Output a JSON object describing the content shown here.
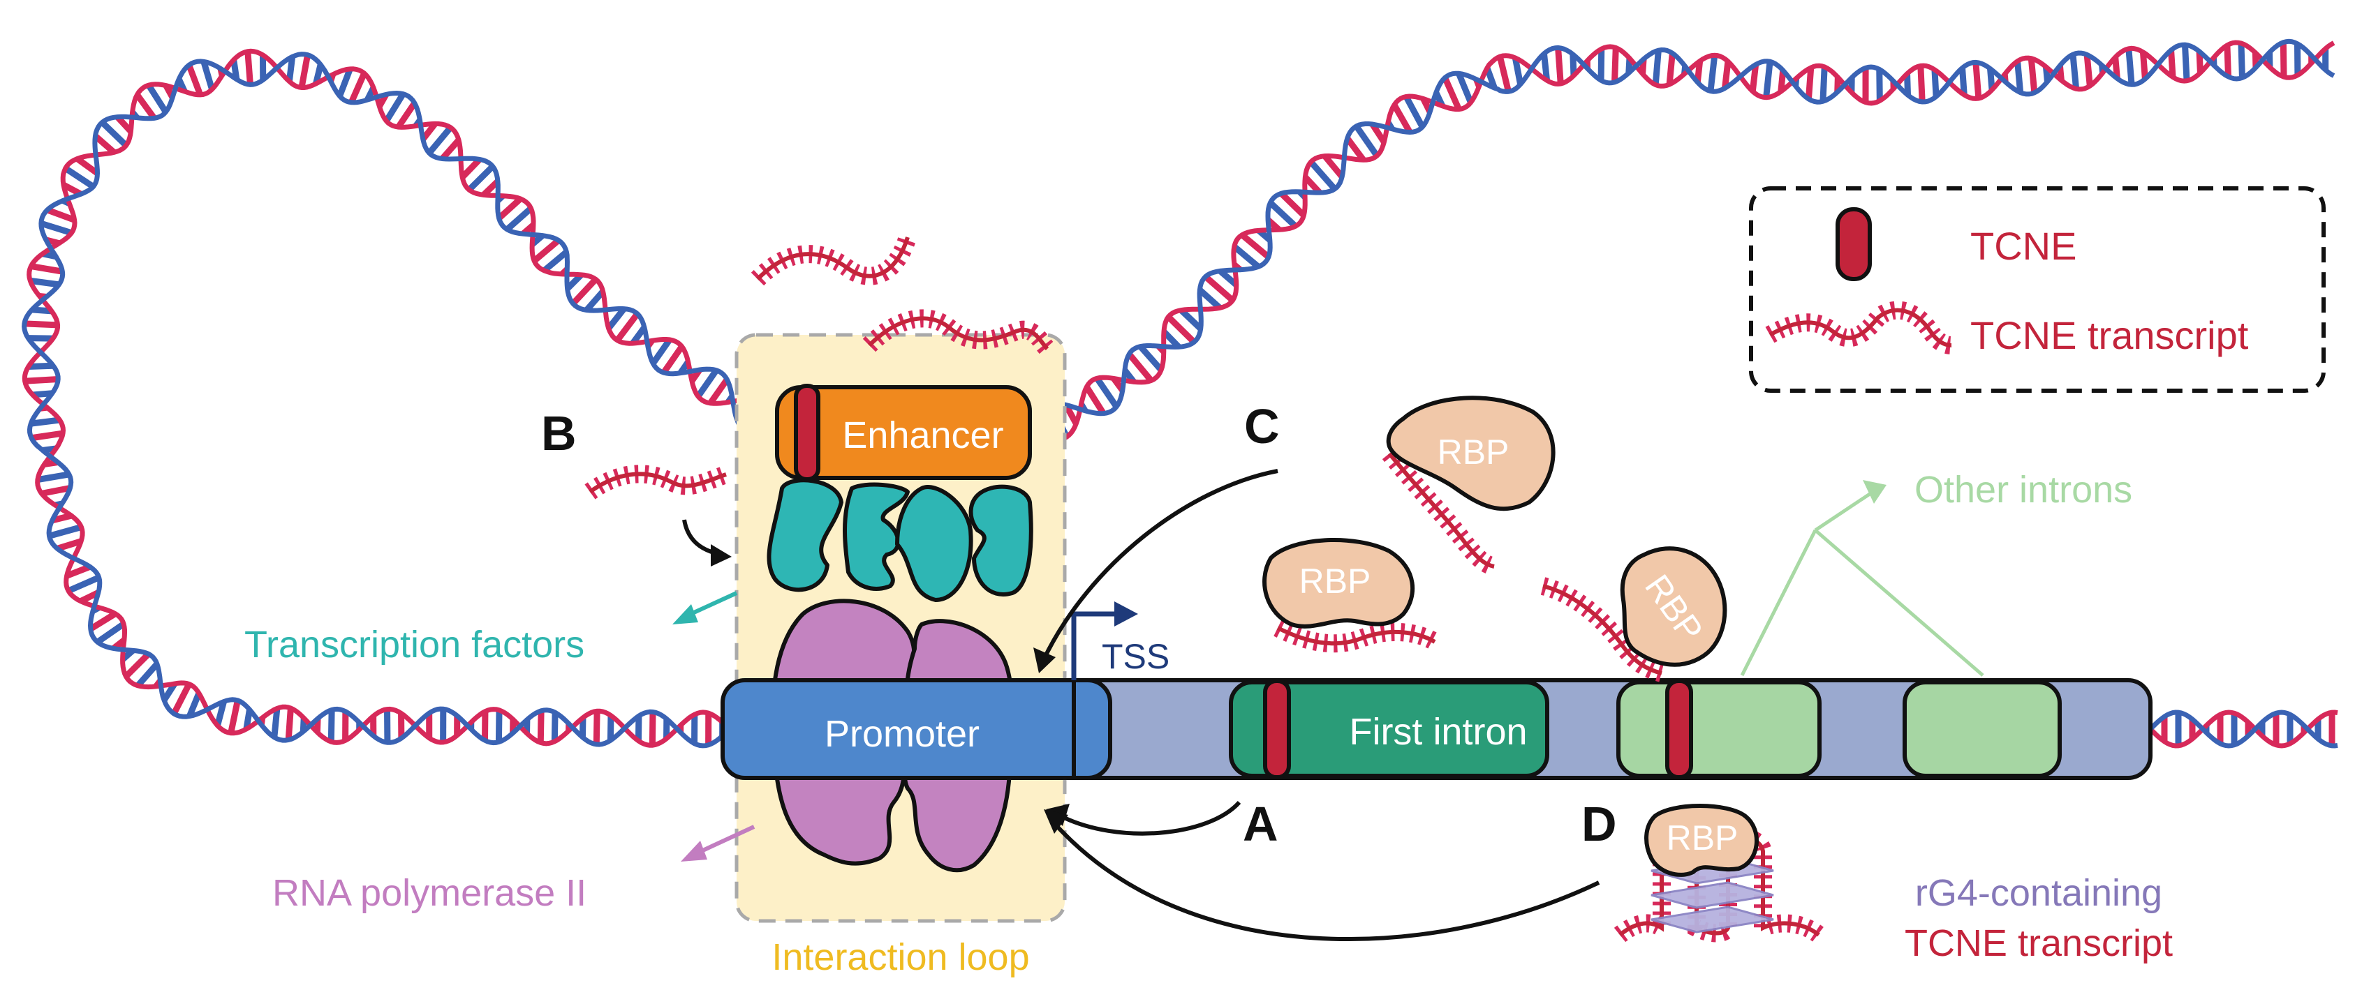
{
  "labels": {
    "enhancer": "Enhancer",
    "promoter": "Promoter",
    "first_intron": "First intron",
    "tss": "TSS",
    "transcription_factors": "Transcription factors",
    "rna_polymerase": "RNA polymerase II",
    "interaction_loop": "Interaction loop",
    "other_introns": "Other introns",
    "rg4_line1": "rG4-containing",
    "rg4_line2": "TCNE transcript",
    "rbp": "RBP"
  },
  "mechanisms": {
    "a": "A",
    "b": "B",
    "c": "C",
    "d": "D"
  },
  "legend": {
    "tcne": "TCNE",
    "tcne_transcript": "TCNE transcript"
  },
  "colors": {
    "dna_blue": "#3a63b4",
    "dna_red": "#d7295a",
    "enhancer": "#f0891e",
    "tcne": "#c3243b",
    "tf": "#2eb6b4",
    "polymerase": "#c383c0",
    "promoter": "#4e87cc",
    "gene_body": "#9aa9cf",
    "first_intron": "#2a9c78",
    "other_intron": "#a6d6a3",
    "rbp": "#f1c8a9",
    "loop_fill": "#fdf0c8",
    "tf_label": "#2fb5ae",
    "pol_label": "#c27dc0",
    "loop_label": "#efbb21",
    "intron_label": "#a8d9a4",
    "rg4_label": "#8578b8"
  }
}
